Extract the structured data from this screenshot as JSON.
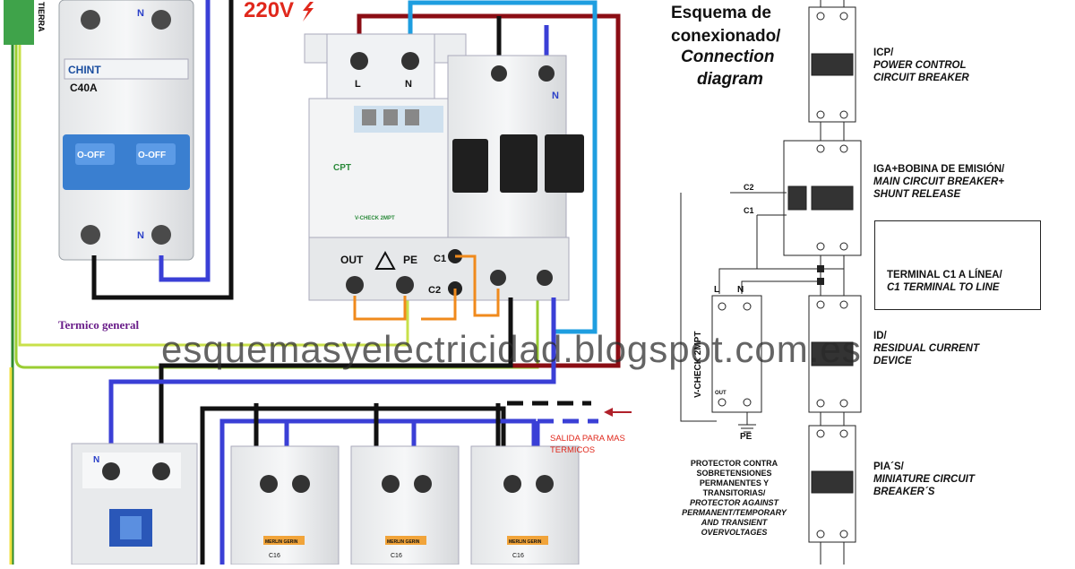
{
  "header": {
    "voltage": "220V",
    "title_es_1": "Esquema de",
    "title_es_2": "conexionado/",
    "title_en_1": "Connection",
    "title_en_2": "diagram"
  },
  "breakers": {
    "brand": "CHINT",
    "rating": "C40A",
    "off_label": "O-OFF",
    "spd_brand": "CPT",
    "spd_model": "V-CHECK 2MPT",
    "mcb_brand": "MERLIN GERIN",
    "mcb_rating": "C16",
    "neutral": "N",
    "live": "L"
  },
  "labels": {
    "tierra": "TIERRA",
    "out": "OUT",
    "pe": "PE",
    "c1": "C1",
    "c2": "C2",
    "termico_general": "Termico general",
    "salida_1": "SALIDA PARA MAS",
    "salida_2": "TERMICOS",
    "watermark": "esquemasyelectricidad.blogspot.com.es"
  },
  "schematic": {
    "icp_1": "ICP/",
    "icp_2": "POWER CONTROL",
    "icp_3": "CIRCUIT BREAKER",
    "iga_1": "IGA+BOBINA DE EMISIÓN/",
    "iga_2": "MAIN CIRCUIT BREAKER+",
    "iga_3": "SHUNT RELEASE",
    "warn_1": "TERMINAL C1 A LÍNEA/",
    "warn_2": "C1 TERMINAL TO LINE",
    "id_1": "ID/",
    "id_2": "RESIDUAL CURRENT",
    "id_3": "DEVICE",
    "pia_1": "PIA´S/",
    "pia_2": "MINIATURE CIRCUIT",
    "pia_3": "BREAKER´S",
    "spd_vertical": "V-CHECK 2MPT",
    "c1": "C1",
    "c2": "C2",
    "l": "L",
    "n": "N",
    "pe": "PE",
    "out": "OUT",
    "prot_1": "PROTECTOR CONTRA",
    "prot_2": "SOBRETENSIONES",
    "prot_3": "PERMANENTES Y",
    "prot_4": "TRANSITORIAS/",
    "prot_5": "PROTECTOR AGAINST",
    "prot_6": "PERMANENT/TEMPORARY",
    "prot_7": "AND TRANSIENT",
    "prot_8": "OVERVOLTAGES"
  },
  "colors": {
    "live_wire": "#111111",
    "neutral_wire": "#3a3fd6",
    "line_wire": "#8b0d14",
    "earth_wire": "#9acd32",
    "orange_wire": "#f08a1c",
    "cyan_wire": "#1e9ee0",
    "accent_red": "#e0281c",
    "breaker_blue": "#3a7fd0"
  }
}
